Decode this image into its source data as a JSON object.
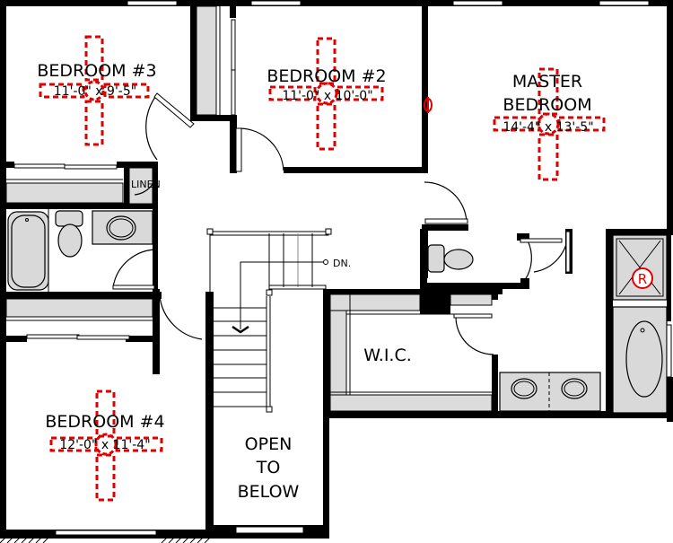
{
  "plan": {
    "rooms": [
      {
        "id": "bedroom3",
        "name": "BEDROOM #3",
        "dimensions": "11'-0\" x 9'-5\""
      },
      {
        "id": "bedroom2",
        "name": "BEDROOM #2",
        "dimensions": "11'-0\" x 10'-0\""
      },
      {
        "id": "master",
        "name_line1": "MASTER",
        "name_line2": "BEDROOM",
        "dimensions": "14'-4\" x 13'-5\""
      },
      {
        "id": "bedroom4",
        "name": "BEDROOM #4",
        "dimensions": "12'-0\" x 11'-4\""
      }
    ],
    "linen_label": "LINEN",
    "stairs_label": "DN.",
    "wic_label": "W.I.C.",
    "open_below": {
      "line1": "OPEN",
      "line2": "TO",
      "line3": "BELOW"
    },
    "shower_symbol": "R"
  },
  "colors": {
    "wall": "#000000",
    "fan": "#e00000",
    "fixture": "#d9d9d9"
  }
}
